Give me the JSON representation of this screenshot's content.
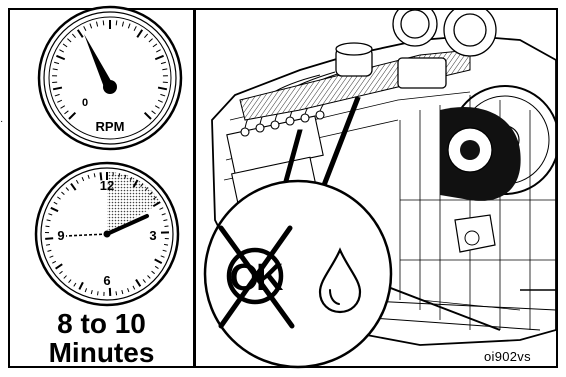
{
  "tachometer": {
    "zero_label": "0",
    "unit_label": "RPM",
    "needle_level": "idle"
  },
  "clock": {
    "numbers": {
      "twelve": "12",
      "three": "3",
      "six": "6",
      "nine": "9"
    },
    "shaded_interval_minutes": [
      0,
      10
    ]
  },
  "caption": {
    "line1": "8 to 10",
    "line2": "Minutes"
  },
  "callout": {
    "ok_label": "OK",
    "ok_crossed": true,
    "icon": "oil-drop-icon"
  },
  "figure_id": "oi902vs",
  "side_mark": "·"
}
